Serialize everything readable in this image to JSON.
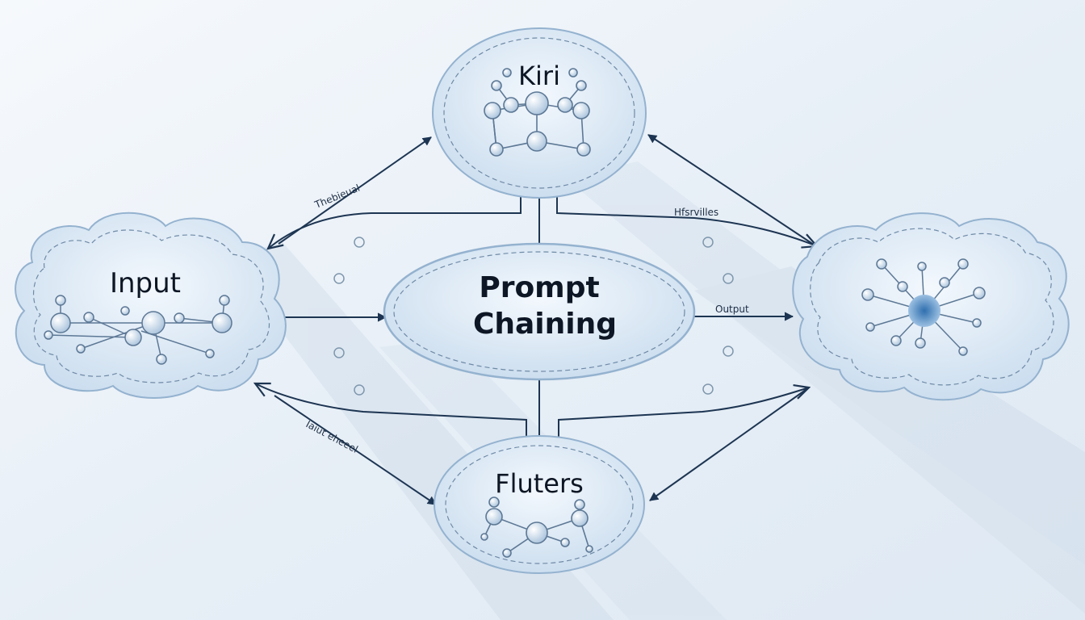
{
  "diagram": {
    "nodes": {
      "input": {
        "label": "Input"
      },
      "center": {
        "line1": "Prompt",
        "line2": "Chaining"
      },
      "top": {
        "label": "Kiri"
      },
      "bottom": {
        "label": "Fluters"
      },
      "output_cloud": {
        "label": ""
      }
    },
    "edge_labels": {
      "top_left": "Thebieual",
      "top_right": "Hfsrvilles",
      "output": "Output",
      "bottom_left": "Iaiut eheeel"
    },
    "colors": {
      "background": "#eef4fa",
      "node_fill": "#d9e8f5",
      "node_stroke": "#94b2cf",
      "arrow": "#1d3552",
      "text": "#0d1624",
      "accent": "#3d78b3"
    }
  }
}
